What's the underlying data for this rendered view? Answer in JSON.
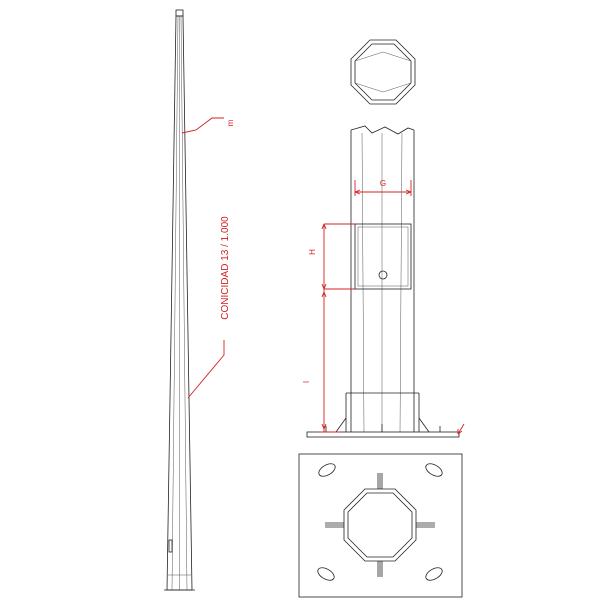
{
  "labels": {
    "m": "m",
    "conicity": "CONICIDAD 13 / 1.000",
    "G": "G",
    "H": "H",
    "l": "l"
  },
  "colors": {
    "dimension": "#d42020",
    "linework": "#222222"
  }
}
